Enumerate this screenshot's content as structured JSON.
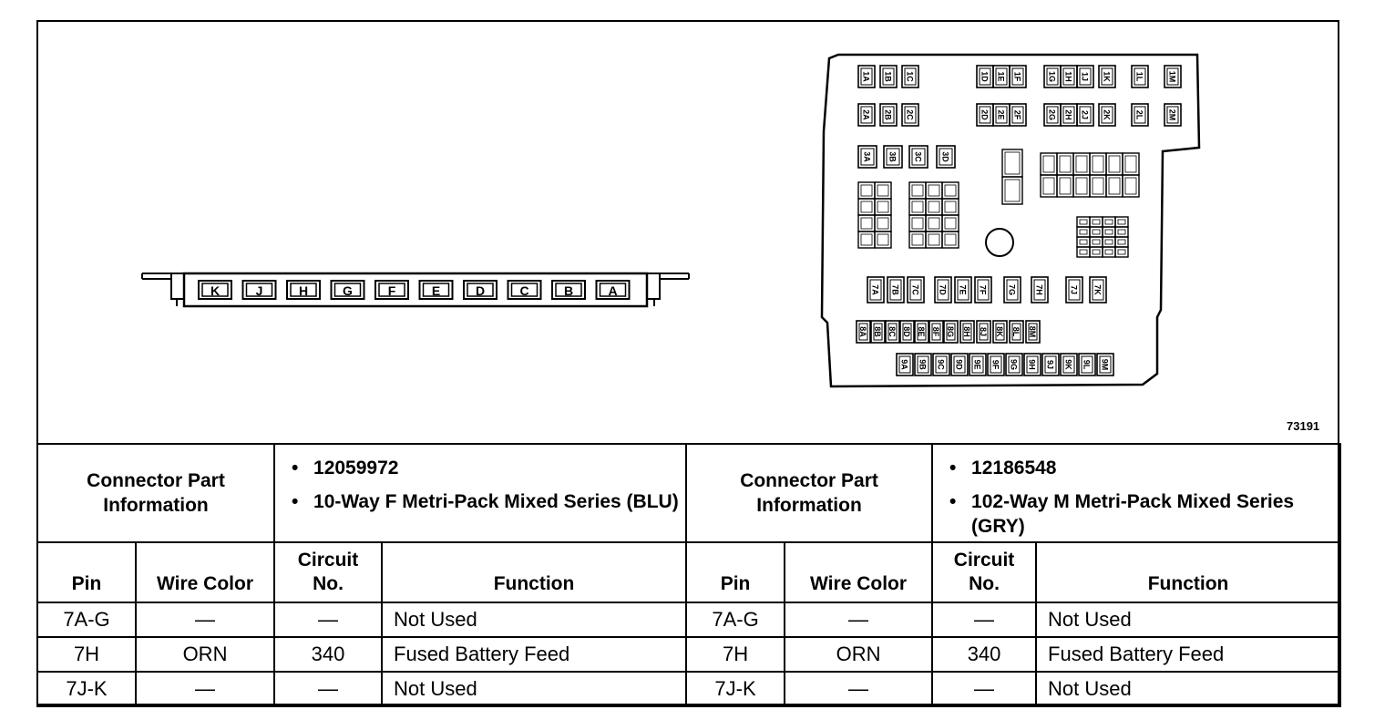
{
  "figure_id": "73191",
  "connector_cavities": [
    "K",
    "J",
    "H",
    "G",
    "F",
    "E",
    "D",
    "C",
    "B",
    "A"
  ],
  "fuse_block_labels": {
    "row1": [
      "1A",
      "1B",
      "1C",
      "1D",
      "1E",
      "1F",
      "1G",
      "1H",
      "1J",
      "1K",
      "1L",
      "1M"
    ],
    "row2": [
      "2A",
      "2B",
      "2C",
      "2D",
      "2E",
      "2F",
      "2G",
      "2H",
      "2J",
      "2K",
      "2L",
      "2M"
    ],
    "row3": [
      "3A",
      "3B",
      "3C",
      "3D"
    ],
    "row7": [
      "7A",
      "7B",
      "7C",
      "7D",
      "7E",
      "7F",
      "7G",
      "7H",
      "7J",
      "7K"
    ],
    "row8": [
      "8A",
      "8B",
      "8C",
      "8D",
      "8E",
      "8F",
      "8G",
      "8H",
      "8J",
      "8K",
      "8L",
      "8M"
    ],
    "row9": [
      "9A",
      "9B",
      "9C",
      "9D",
      "9E",
      "9F",
      "9G",
      "9H",
      "9J",
      "9K",
      "9L",
      "9M"
    ]
  },
  "tables": [
    {
      "info_label": "Connector Part Information",
      "part_lines": [
        "12059972",
        "10-Way F Metri-Pack Mixed Series (BLU)"
      ],
      "headers": {
        "pin": "Pin",
        "wire_color": "Wire Color",
        "circuit": "Circuit No.",
        "function": "Function"
      },
      "rows": [
        {
          "pin": "7A-G",
          "wire_color": "—",
          "circuit": "—",
          "function": "Not Used"
        },
        {
          "pin": "7H",
          "wire_color": "ORN",
          "circuit": "340",
          "function": "Fused Battery Feed"
        },
        {
          "pin": "7J-K",
          "wire_color": "—",
          "circuit": "—",
          "function": "Not Used"
        }
      ]
    },
    {
      "info_label": "Connector Part Information",
      "part_lines": [
        "12186548",
        "102-Way M Metri-Pack Mixed Series (GRY)"
      ],
      "headers": {
        "pin": "Pin",
        "wire_color": "Wire Color",
        "circuit": "Circuit No.",
        "function": "Function"
      },
      "rows": [
        {
          "pin": "7A-G",
          "wire_color": "—",
          "circuit": "—",
          "function": "Not Used"
        },
        {
          "pin": "7H",
          "wire_color": "ORN",
          "circuit": "340",
          "function": "Fused Battery Feed"
        },
        {
          "pin": "7J-K",
          "wire_color": "—",
          "circuit": "—",
          "function": "Not Used"
        }
      ]
    }
  ]
}
